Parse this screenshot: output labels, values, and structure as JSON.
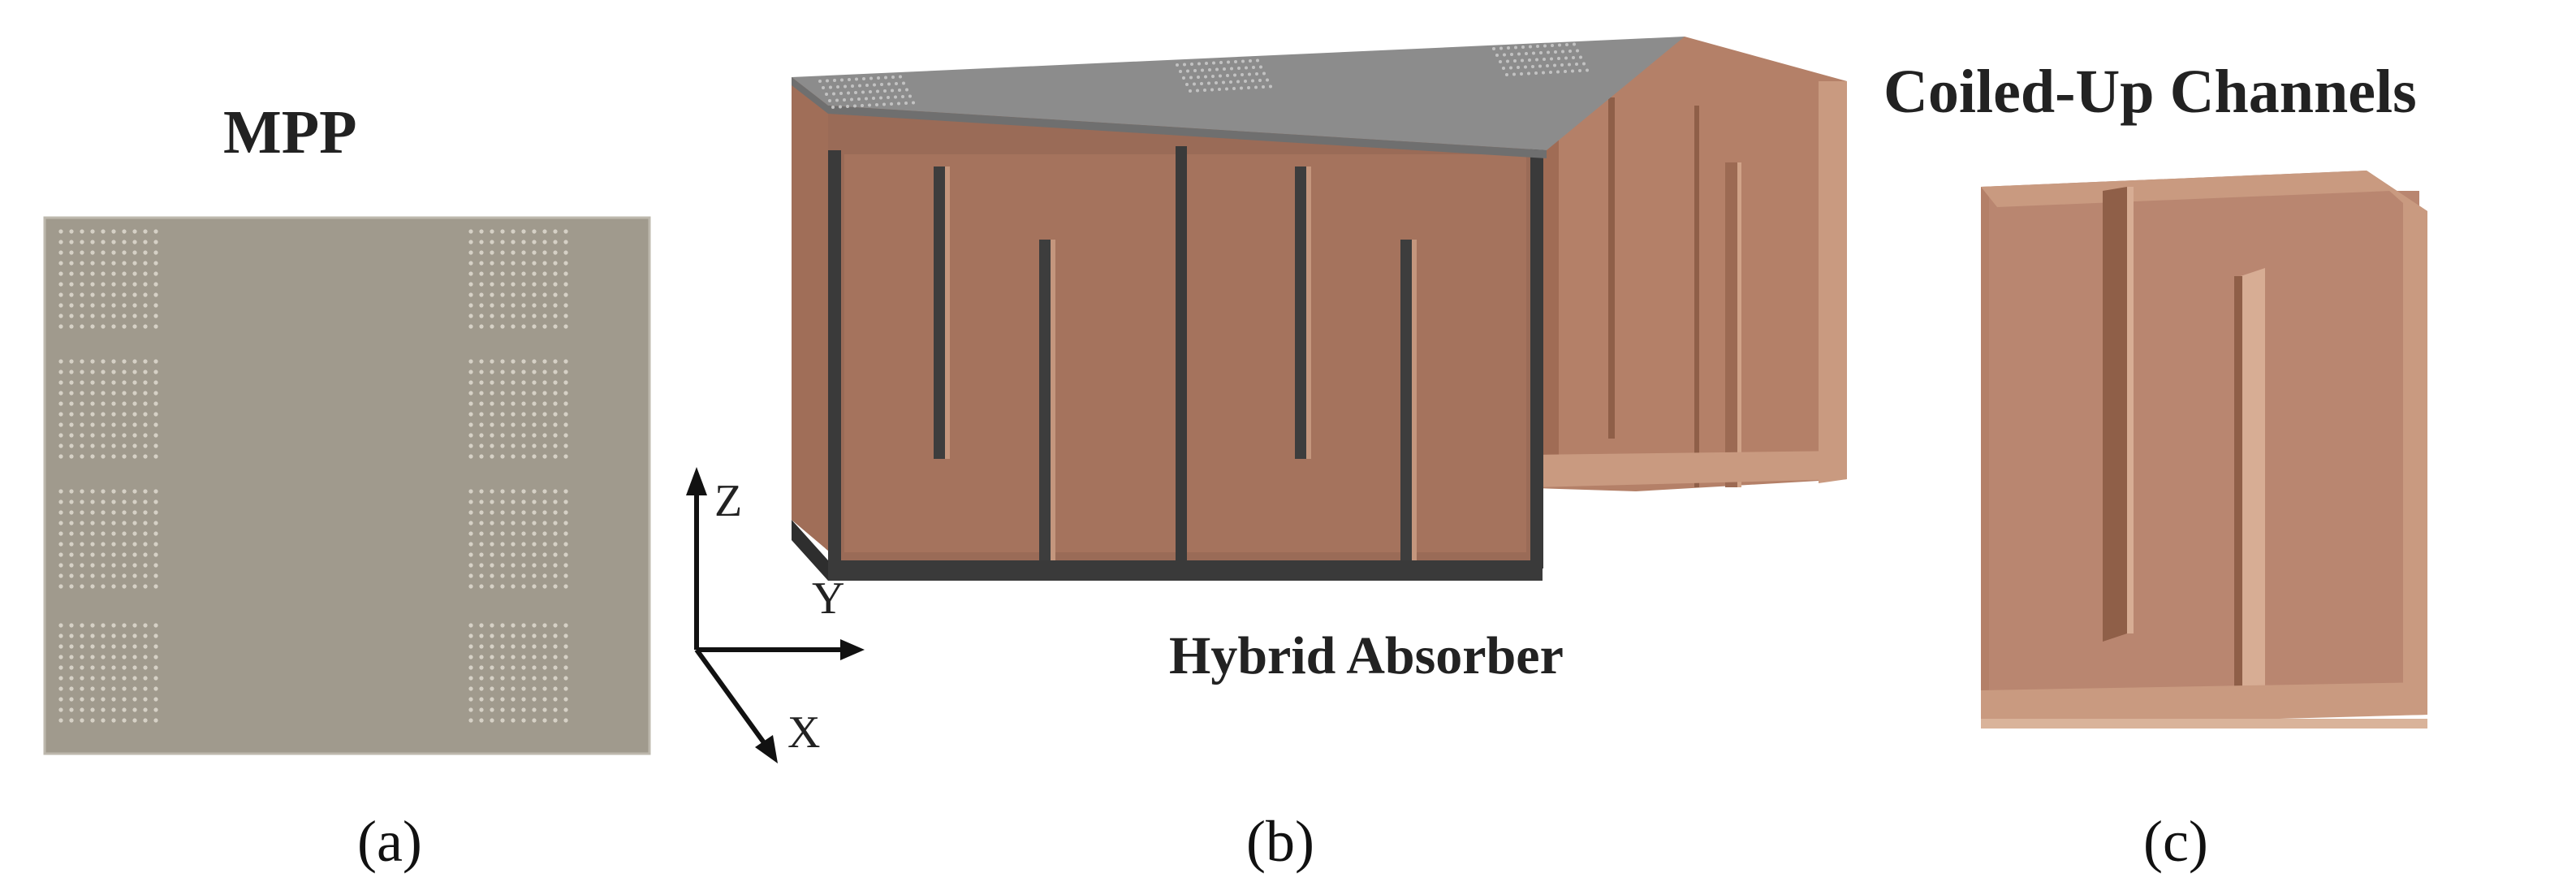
{
  "panels": [
    {
      "id": "a",
      "title": "MPP",
      "caption": "(a)"
    },
    {
      "id": "b",
      "title": "Hybrid Absorber",
      "caption": "(b)"
    },
    {
      "id": "c",
      "title": "Coiled-Up Channels",
      "caption": "(c)"
    }
  ],
  "axes": {
    "z": "Z",
    "y": "Y",
    "x": "X"
  },
  "colors": {
    "plate": "#a09a8d",
    "copper": "#b07c63",
    "copper_dark": "#8f5f48",
    "copper_light": "#c99a80",
    "frame_dark": "#3a3a3a",
    "top_plate": "#8c8c8c"
  }
}
